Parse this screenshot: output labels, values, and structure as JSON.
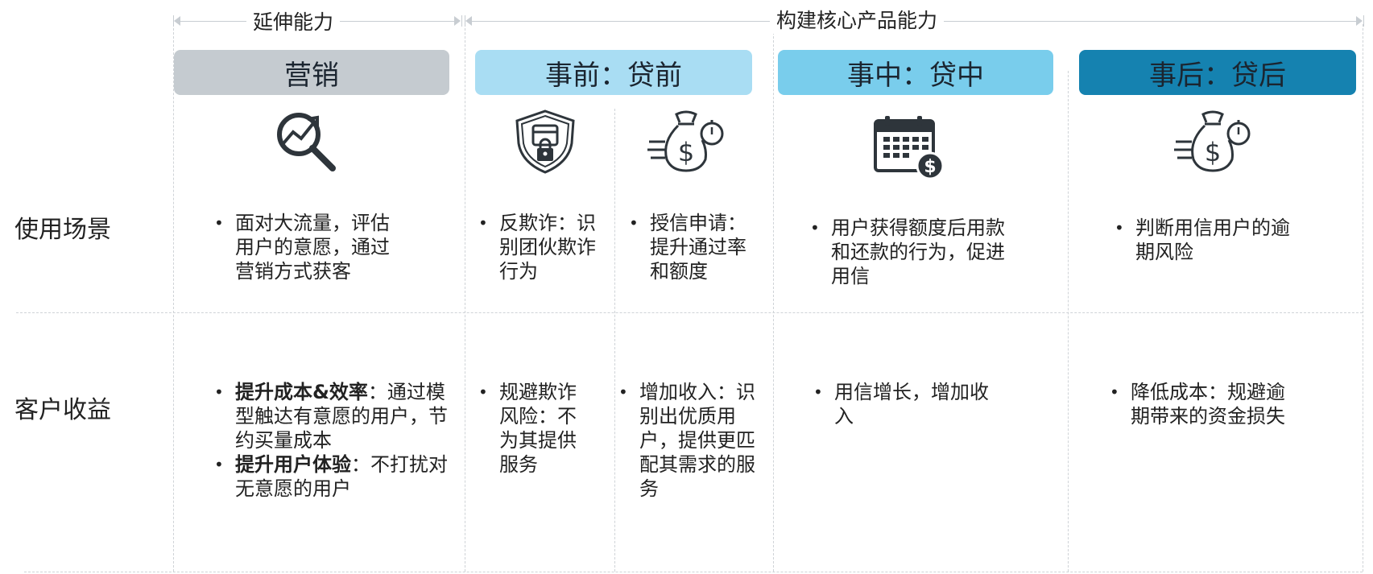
{
  "brackets": {
    "extension": "延伸能力",
    "core": "构建核心产品能力"
  },
  "stages": [
    {
      "label": "营销",
      "color": "#c5cbd0",
      "text_color": "#1b2530"
    },
    {
      "label": "事前：贷前",
      "color": "#a9ddf3",
      "text_color": "#1b2530"
    },
    {
      "label": "事中：贷中",
      "color": "#79cdec",
      "text_color": "#1b2530"
    },
    {
      "label": "事后：贷后",
      "color": "#1582b0",
      "text_color": "#10202c"
    }
  ],
  "rows": {
    "scenario": "使用场景",
    "benefit": "客户收益"
  },
  "icons": {
    "marketing": "magnifier-trend-icon",
    "antifraud": "shield-lock-icon",
    "credit": "money-bag-timer-icon",
    "midloan": "calendar-dollar-icon",
    "postloan": "money-bag-timer-icon"
  },
  "scenario": {
    "marketing": "面对大流量，评估用户的意愿，通过营销方式获客",
    "antifraud": "反欺诈：识别团伙欺诈行为",
    "credit": "授信申请：提升通过率和额度",
    "midloan": "用户获得额度后用款和还款的行为，促进用信",
    "postloan": "判断用信用户的逾期风险"
  },
  "benefit": {
    "marketing_1_bold": "提升成本&效率",
    "marketing_1_rest": "：通过模型触达有意愿的用户，节约买量成本",
    "marketing_2_bold": "提升用户体验",
    "marketing_2_rest": "：不打扰对无意愿的用户",
    "antifraud": "规避欺诈风险：不为其提供服务",
    "credit": "增加收入：识别出优质用户，提供更匹配其需求的服务",
    "midloan": "用信增长，增加收入",
    "postloan": "降低成本：规避逾期带来的资金损失"
  }
}
